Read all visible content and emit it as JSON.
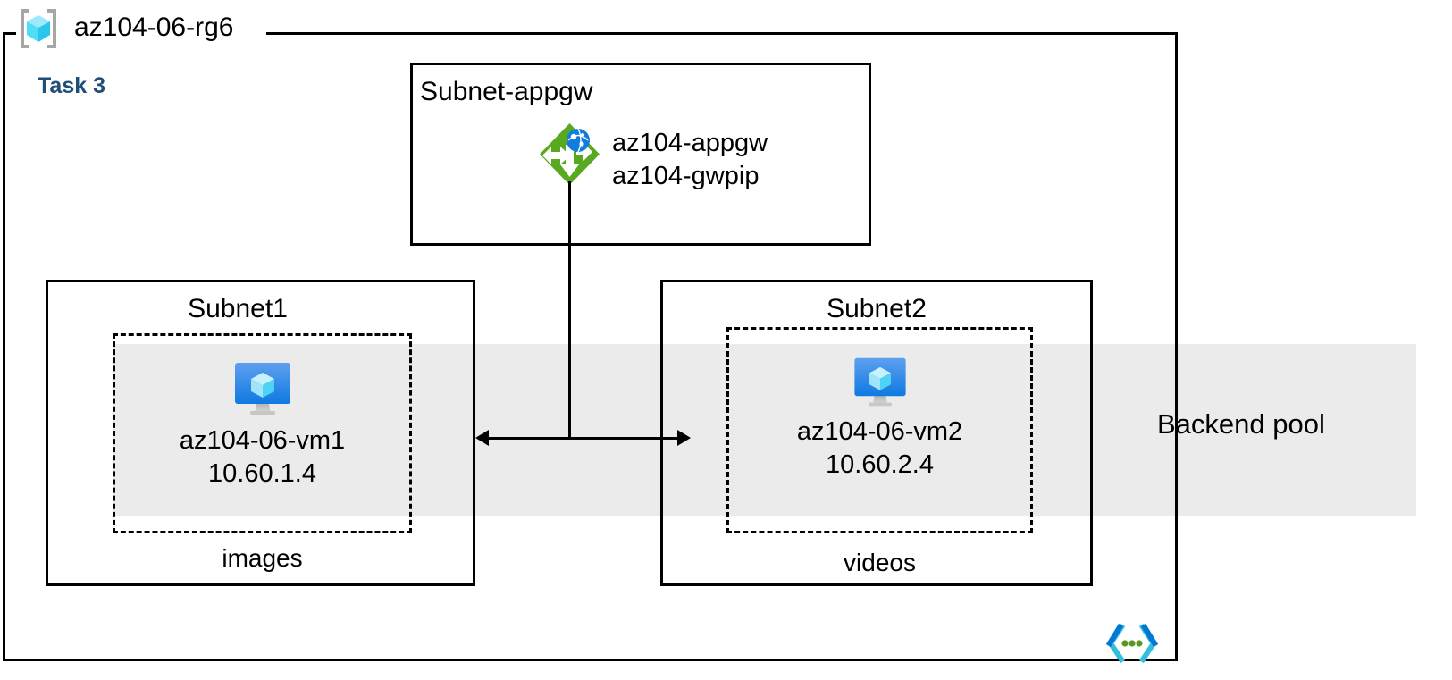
{
  "diagram": {
    "resource_group": {
      "name": "az104-06-rg6",
      "icon": "resource-group-cube-icon"
    },
    "task_title": "Task 3",
    "task_title_color": "#1f4e79",
    "backend_pool": {
      "label": "Backend pool",
      "band_color": "#ebebeb"
    },
    "appgw_subnet": {
      "title": "Subnet-appgw",
      "gateway_icon": "application-gateway-icon",
      "gateway_icon_color": "#59a920",
      "resources": [
        "az104-appgw",
        "az104-gwpip"
      ]
    },
    "subnets": [
      {
        "title": "Subnet1",
        "vm_icon": "virtual-machine-icon",
        "vm_name": "az104-06-vm1",
        "vm_ip": "10.60.1.4",
        "tier_caption": "images"
      },
      {
        "title": "Subnet2",
        "vm_icon": "virtual-machine-icon",
        "vm_name": "az104-06-vm2",
        "vm_ip": "10.60.2.4",
        "tier_caption": "videos"
      }
    ],
    "footer_icon": "code-brackets-icon"
  }
}
